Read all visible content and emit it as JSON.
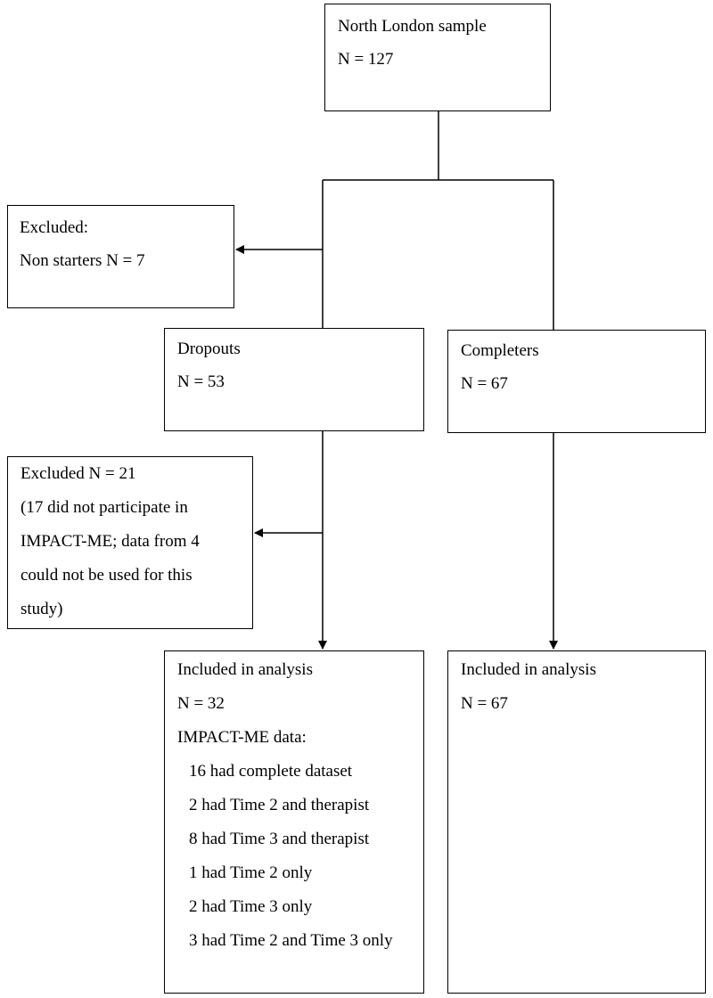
{
  "flowchart": {
    "north_london": {
      "title": "North London sample",
      "n": "N = 127"
    },
    "excluded_1": {
      "title": "Excluded:",
      "detail": "Non starters N = 7"
    },
    "dropouts": {
      "title": "Dropouts",
      "n": "N = 53"
    },
    "completers": {
      "title": "Completers",
      "n": "N = 67"
    },
    "excluded_2": {
      "lines": [
        "Excluded N = 21",
        "(17 did not participate in",
        "IMPACT-ME; data from 4",
        "could not be used for this",
        "study)"
      ]
    },
    "included_dropouts": {
      "title": "Included in analysis",
      "n": "N = 32",
      "subheading": "IMPACT-ME data:",
      "items": [
        "16 had complete dataset",
        "2 had Time 2 and therapist",
        "8 had Time 3 and therapist",
        "1 had Time 2 only",
        "2 had Time 3 only",
        "3 had Time 2 and Time 3 only"
      ]
    },
    "included_completers": {
      "title": "Included in analysis",
      "n": "N = 67"
    }
  }
}
